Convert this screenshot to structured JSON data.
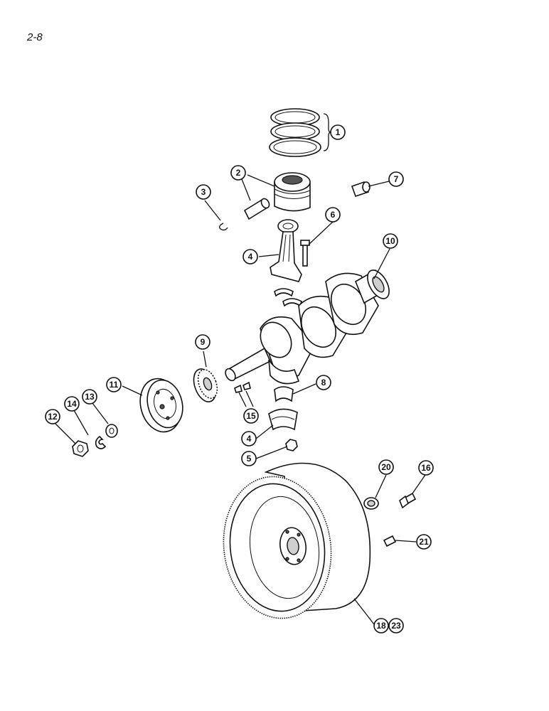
{
  "page": {
    "number": "2-8"
  },
  "callouts": [
    {
      "id": "c1",
      "label": "1"
    },
    {
      "id": "c2",
      "label": "2"
    },
    {
      "id": "c3",
      "label": "3"
    },
    {
      "id": "c4a",
      "label": "4"
    },
    {
      "id": "c4b",
      "label": "4"
    },
    {
      "id": "c5",
      "label": "5"
    },
    {
      "id": "c6",
      "label": "6"
    },
    {
      "id": "c7",
      "label": "7"
    },
    {
      "id": "c8",
      "label": "8"
    },
    {
      "id": "c9",
      "label": "9"
    },
    {
      "id": "c10",
      "label": "10"
    },
    {
      "id": "c11",
      "label": "11"
    },
    {
      "id": "c12",
      "label": "12"
    },
    {
      "id": "c13",
      "label": "13"
    },
    {
      "id": "c14",
      "label": "14"
    },
    {
      "id": "c15",
      "label": "15"
    },
    {
      "id": "c16",
      "label": "16"
    },
    {
      "id": "c18",
      "label": "18"
    },
    {
      "id": "c20",
      "label": "20"
    },
    {
      "id": "c21",
      "label": "21"
    },
    {
      "id": "c23",
      "label": "23"
    }
  ]
}
